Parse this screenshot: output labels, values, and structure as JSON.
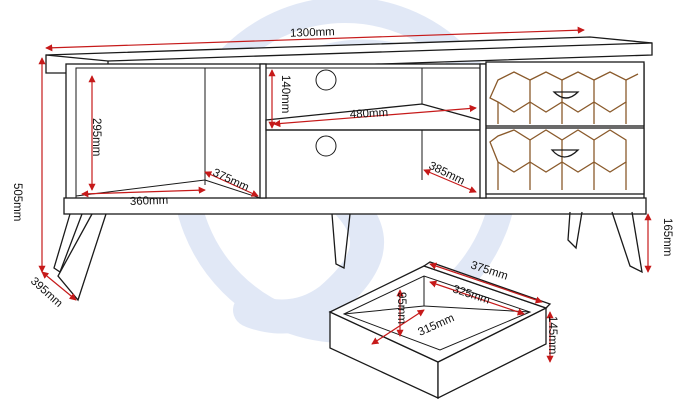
{
  "watermark": {
    "color": "#c9d6f0",
    "icon": "circle-s-logo"
  },
  "colors": {
    "dimension_line": "#c61a1a",
    "outline": "#1a1a1a",
    "hex_pattern": "#8a5a2b"
  },
  "dimensions": {
    "overall_width": "1300mm",
    "overall_height": "505mm",
    "depth": "395mm",
    "leg_height": "165mm",
    "open_shelf_height": "295mm",
    "open_shelf_width": "360mm",
    "open_shelf_depth": "375mm",
    "middle_shelf_height": "140mm",
    "middle_shelf_width": "480mm",
    "middle_shelf_depth": "385mm"
  },
  "drawer": {
    "outer_width": "375mm",
    "inner_width": "325mm",
    "inner_depth": "315mm",
    "inner_height": "95mm",
    "outer_height": "145mm"
  }
}
